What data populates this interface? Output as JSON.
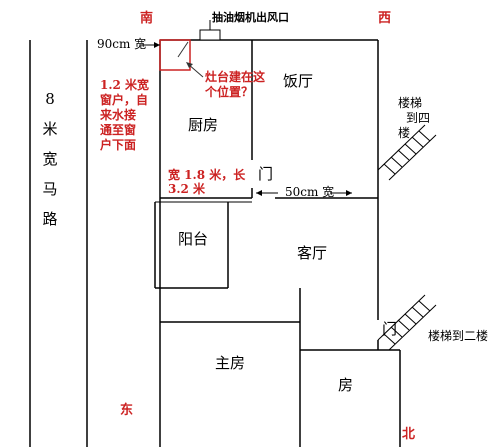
{
  "compass": {
    "south": "南",
    "west": "西",
    "east": "东",
    "north": "北"
  },
  "labels": {
    "exhaust": "抽油烟机出风口",
    "width90": "90cm 宽",
    "stove_question": [
      "灶台建在这",
      "个位置？"
    ],
    "window_note": [
      "1.2 米宽",
      "窗户，自",
      "来水接",
      "通至窗",
      "户下面"
    ],
    "kitchen_size": [
      "宽 1.8 米，长",
      "3.2 米"
    ],
    "width50": "50cm 宽",
    "road": [
      "8",
      "米",
      "宽",
      "马",
      "路"
    ],
    "stairs_upper": [
      "楼梯",
      "到四",
      "楼"
    ],
    "stairs_lower": "楼梯到二楼"
  },
  "rooms": {
    "dining": "饭厅",
    "kitchen": "厨房",
    "balcony": "阳台",
    "living": "客厅",
    "master": "主房",
    "room": "房"
  },
  "doors": {
    "kitchen_door": "门",
    "front_door": "门"
  },
  "colors": {
    "annotation": "#cc2222",
    "lines": "#000000"
  }
}
